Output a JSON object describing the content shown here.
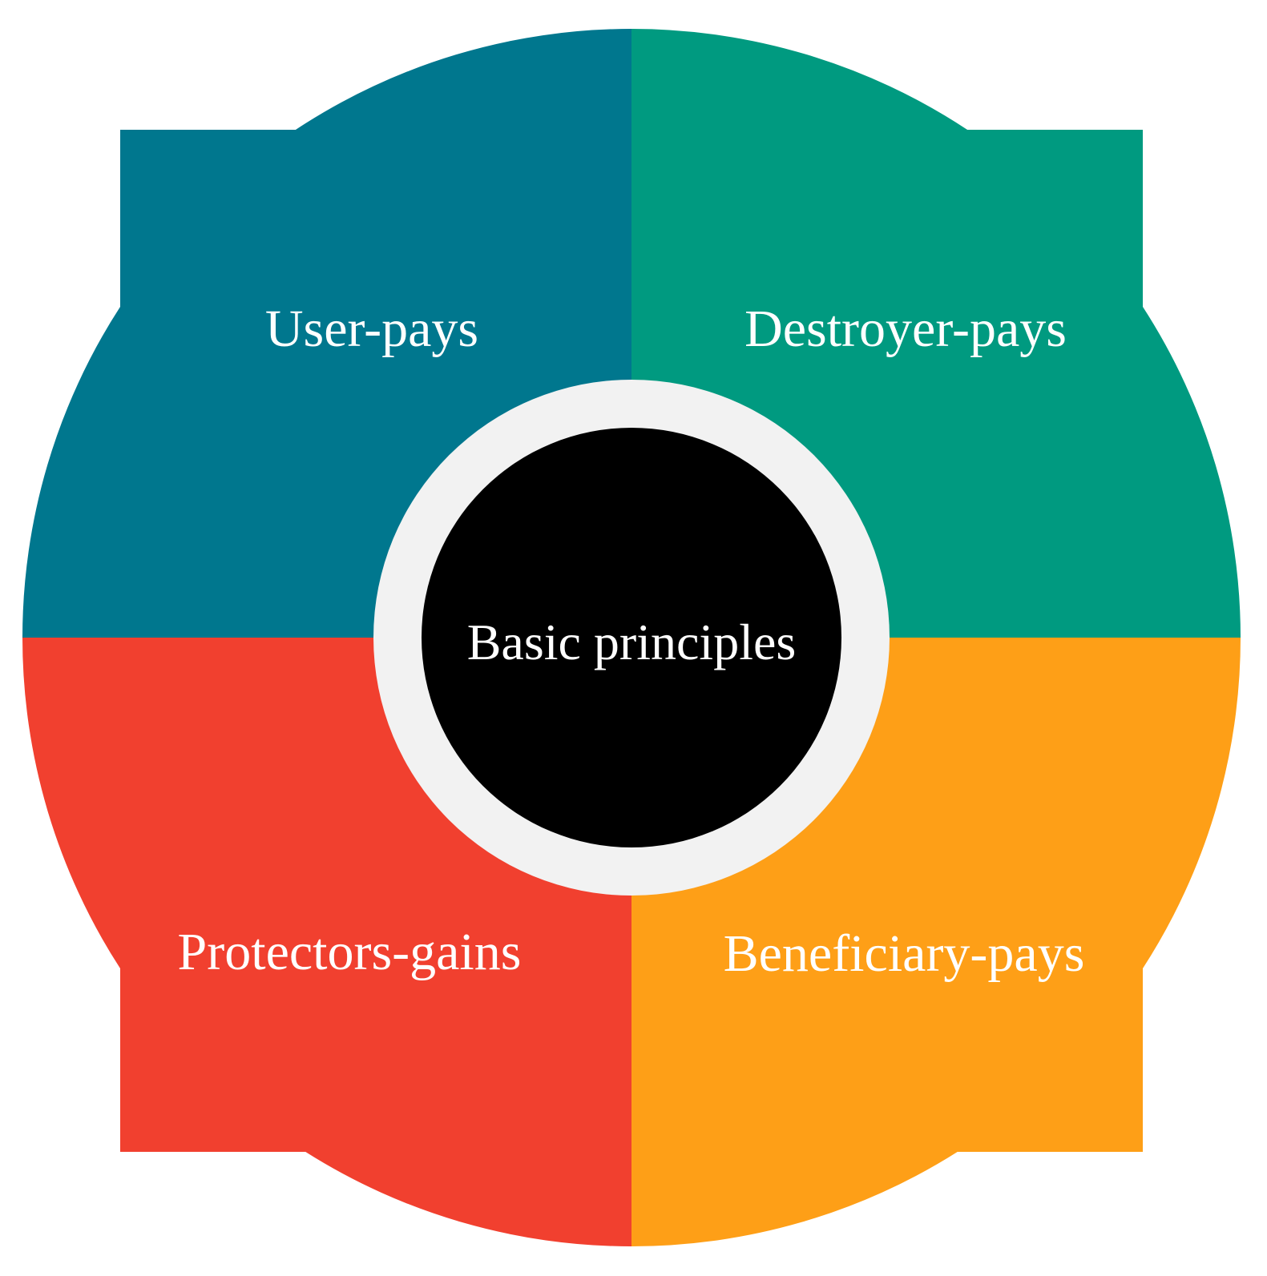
{
  "diagram": {
    "center": {
      "label": "Basic principles",
      "fill_color": "#000000",
      "ring_color": "#f2f2f2"
    },
    "quadrants": {
      "top_left": {
        "label": "User-pays",
        "color": "#00778e"
      },
      "top_right": {
        "label": "Destroyer-pays",
        "color": "#009a80"
      },
      "bottom_left": {
        "label": "Protectors-gains",
        "color": "#f1402f"
      },
      "bottom_right": {
        "label": "Beneficiary-pays",
        "color": "#fe9f17"
      }
    },
    "background_color": "#ffffff"
  }
}
